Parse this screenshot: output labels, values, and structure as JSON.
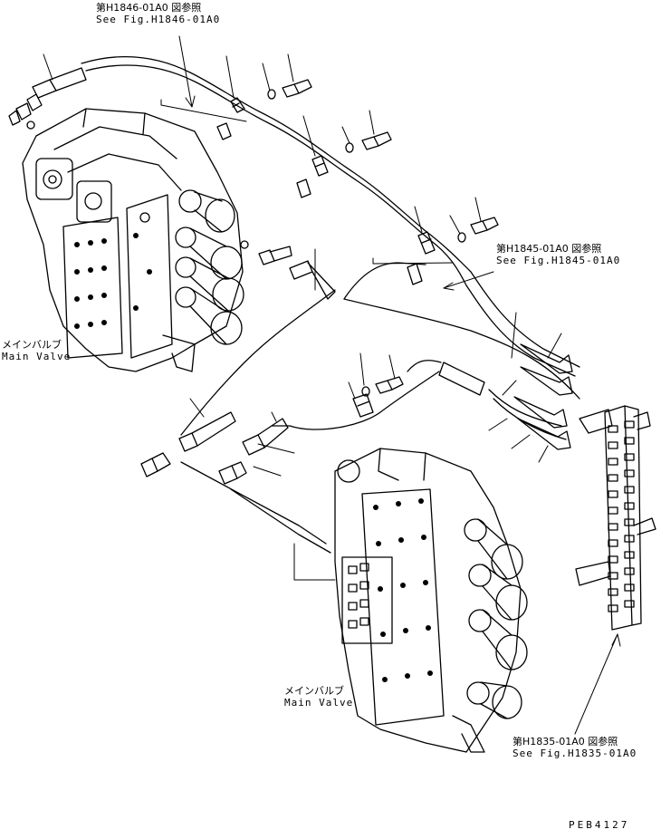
{
  "refs": {
    "top": {
      "jp": "第H1846-01A0 図参照",
      "en": "See Fig.H1846-01A0"
    },
    "mid": {
      "jp": "第H1845-01A0 図参照",
      "en": "See Fig.H1845-01A0"
    },
    "bottom": {
      "jp": "第H1835-01A0 図参照",
      "en": "See Fig.H1835-01A0"
    }
  },
  "valves": {
    "upper": {
      "jp": "メインバルブ",
      "en": "Main Valve"
    },
    "lower": {
      "jp": "メインバルブ",
      "en": "Main Valve"
    }
  },
  "drawing_code": "PEB4127"
}
